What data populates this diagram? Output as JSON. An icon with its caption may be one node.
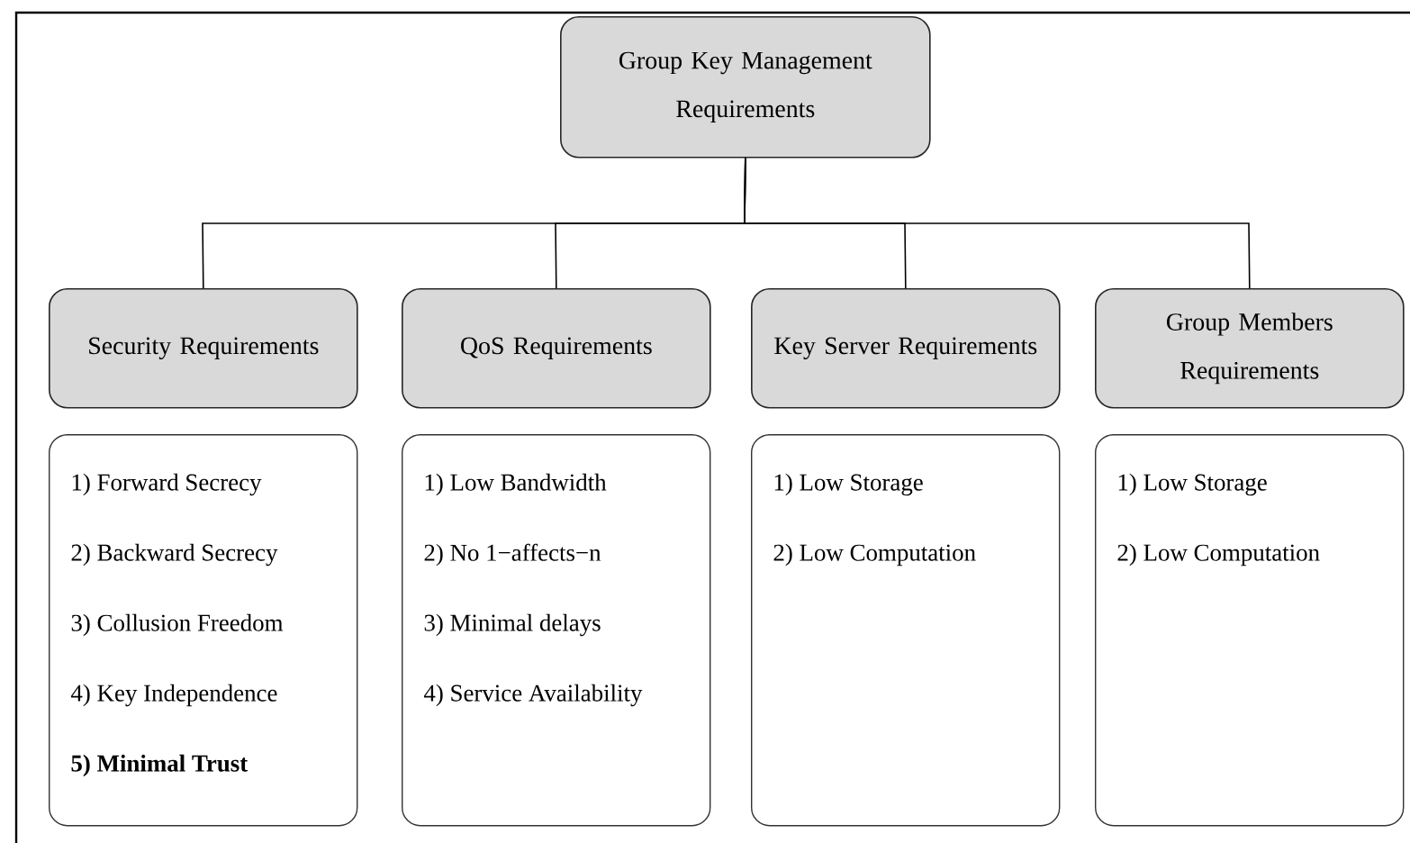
{
  "diagram": {
    "nodes": [
      {
        "text": [
          "Group Key Management Requirements"
        ]
      },
      {
        "text": [
          "Security Requirements"
        ]
      },
      {
        "text": [
          "QoS Requirements"
        ]
      },
      {
        "text": [
          "Key Server Requirements"
        ]
      },
      {
        "text": [
          "Group Members Requirements"
        ]
      },
      {
        "text": [
          "1) Forward Secrecy",
          "2) Backward Secrecy",
          "3) Collusion Freedom",
          "4) Key Independence",
          "**5) Minimal Trust**"
        ]
      },
      {
        "text": [
          "1) Low Bandwidth",
          "2) No 1−affects−n",
          "3) Minimal delays",
          "4) Service Availability"
        ]
      },
      {
        "text": [
          "1) Low Storage",
          "2) Low Computation"
        ]
      },
      {
        "text": [
          "1) Low Storage",
          "2) Low Computation"
        ]
      }
    ],
    "edges": [
      {
        "from": 0,
        "to": 1,
        "arrow": "none"
      },
      {
        "from": 0,
        "to": 2,
        "arrow": "none"
      },
      {
        "from": 0,
        "to": 3,
        "arrow": "none"
      },
      {
        "from": 0,
        "to": 4,
        "arrow": "none"
      }
    ]
  }
}
